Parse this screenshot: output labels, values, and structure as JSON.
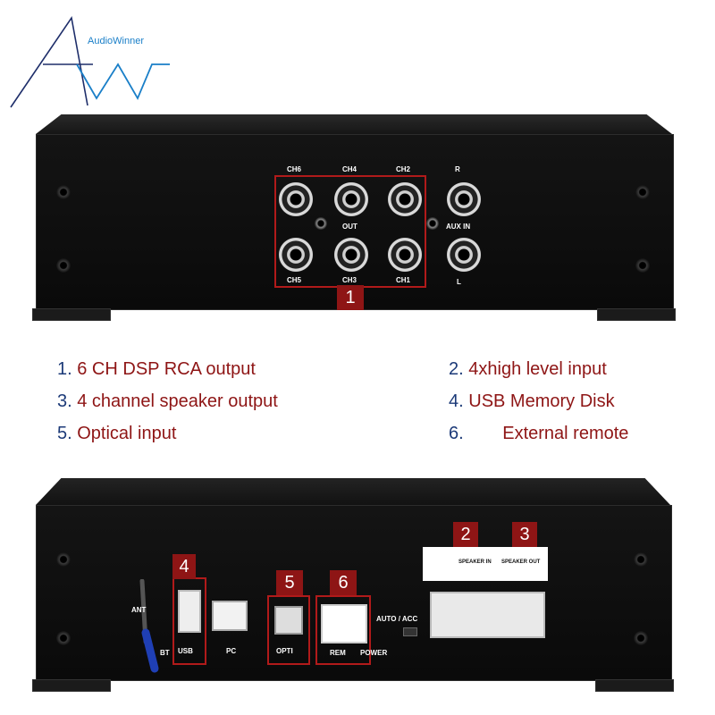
{
  "brand": {
    "name": "AudioWinner",
    "logo_letters": "AW",
    "logo_color": "#1a7fc8"
  },
  "top_panel": {
    "channels_top": [
      "CH6",
      "CH4",
      "CH2"
    ],
    "channels_bottom": [
      "CH5",
      "CH3",
      "CH1"
    ],
    "out_label": "OUT",
    "aux_right": "R",
    "aux_label": "AUX IN",
    "aux_left": "L",
    "badge": "1"
  },
  "legend": {
    "items": [
      {
        "num": "1.",
        "text": "6 CH DSP RCA output"
      },
      {
        "num": "2.",
        "text": "4xhigh level input"
      },
      {
        "num": "3.",
        "text": "4 channel speaker output"
      },
      {
        "num": "4.",
        "text": "USB Memory Disk"
      },
      {
        "num": "5.",
        "text": "Optical input"
      },
      {
        "num": "6.",
        "text": "External remote"
      }
    ],
    "number_color": "#1c3a78",
    "text_color": "#8e1515"
  },
  "bottom_panel": {
    "ant_label": "ANT",
    "bt_label": "BT",
    "usb_label": "USB",
    "pc_label": "PC",
    "opti_label": "OPTI",
    "rem_label": "REM",
    "power_label": "POWER",
    "auto_acc_label": "AUTO / ACC",
    "speaker_in_label": "SPEAKER IN",
    "speaker_out_label": "SPEAKER OUT",
    "badges": [
      "2",
      "3",
      "4",
      "5",
      "6"
    ],
    "badge_color": "#8e1515"
  }
}
